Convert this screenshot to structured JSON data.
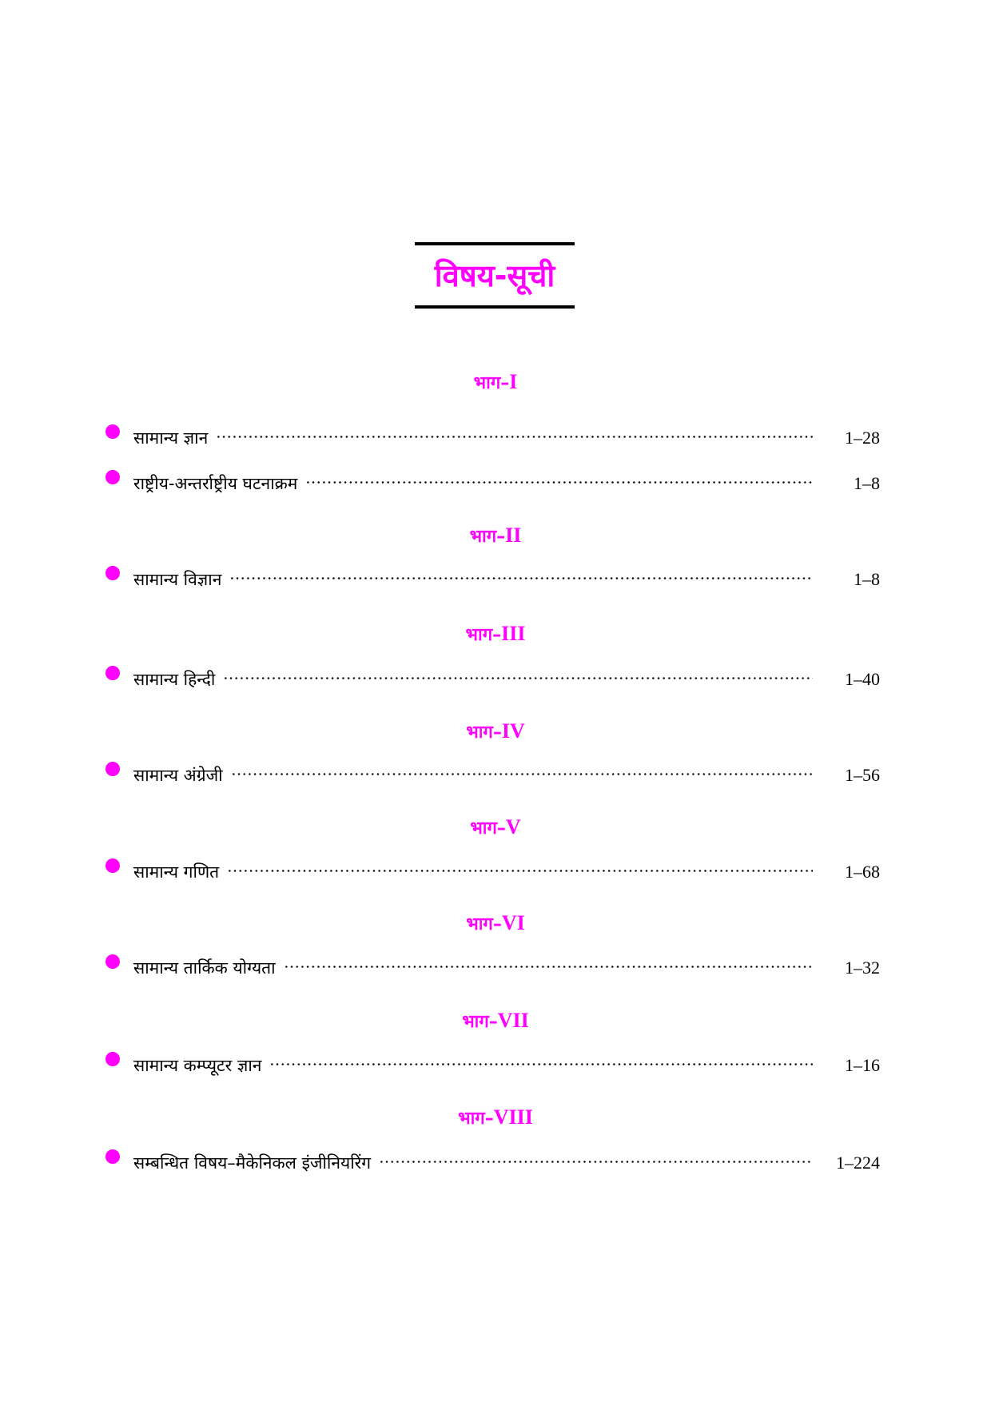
{
  "title": "विषय-सूची",
  "colors": {
    "accent": "#ff00ff",
    "text": "#000000",
    "rule": "#000000"
  },
  "sections": [
    {
      "prefix": "भाग–",
      "numeral": "I",
      "items": [
        {
          "label": "सामान्य ज्ञान",
          "pages": "1–28"
        },
        {
          "label": "राष्ट्रीय-अन्तर्राष्ट्रीय घटनाक्रम",
          "pages": "1–8"
        }
      ]
    },
    {
      "prefix": "भाग–",
      "numeral": "II",
      "items": [
        {
          "label": "सामान्य विज्ञान",
          "pages": "1–8"
        }
      ]
    },
    {
      "prefix": "भाग–",
      "numeral": "III",
      "items": [
        {
          "label": "सामान्य हिन्दी",
          "pages": "1–40"
        }
      ]
    },
    {
      "prefix": "भाग–",
      "numeral": "IV",
      "items": [
        {
          "label": "सामान्य अंग्रेजी",
          "pages": "1–56"
        }
      ]
    },
    {
      "prefix": "भाग–",
      "numeral": "V",
      "items": [
        {
          "label": "सामान्य गणित",
          "pages": "1–68"
        }
      ]
    },
    {
      "prefix": "भाग–",
      "numeral": "VI",
      "items": [
        {
          "label": "सामान्य तार्किक योग्यता",
          "pages": "1–32"
        }
      ]
    },
    {
      "prefix": "भाग–",
      "numeral": "VII",
      "items": [
        {
          "label": "सामान्य कम्प्यूटर ज्ञान",
          "pages": "1–16"
        }
      ]
    },
    {
      "prefix": "भाग–",
      "numeral": "VIII",
      "items": [
        {
          "label": "सम्बन्धित विषय–मैकेनिकल इंजीनियरिंग",
          "pages": "1–224"
        }
      ]
    }
  ]
}
